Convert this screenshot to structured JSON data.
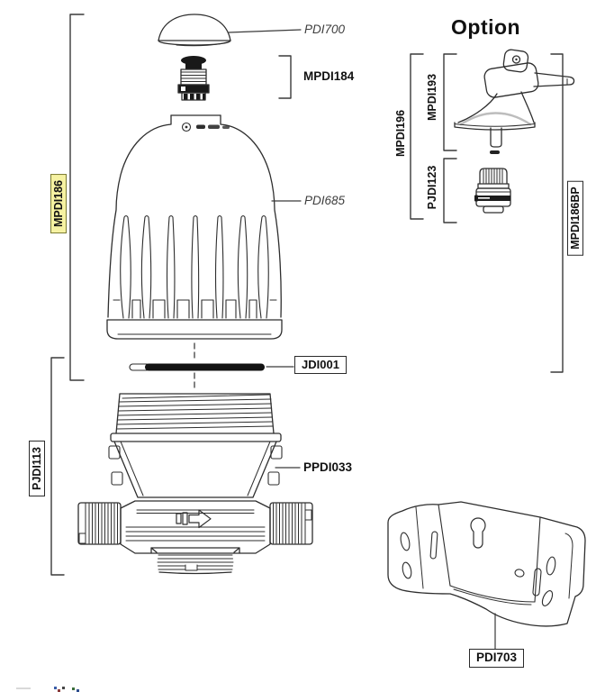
{
  "diagram": {
    "option_title": "Option",
    "parts": {
      "pdi700": "PDI700",
      "mpdi184": "MPDI184",
      "pdi685": "PDI685",
      "mpdi186": "MPDI186",
      "jdi001": "JDI001",
      "pjdi113": "PJDI113",
      "ppdi033": "PPDI033",
      "mpdi196": "MPDI196",
      "mpdi193": "MPDI193",
      "pjdi123": "PJDI123",
      "mpdi186bp": "MPDI186BP",
      "pdi703": "PDI703"
    },
    "colors": {
      "line": "#2e2e2e",
      "highlight_fill": "#f6f2a2",
      "highlight_border": "#7a7a33"
    }
  }
}
